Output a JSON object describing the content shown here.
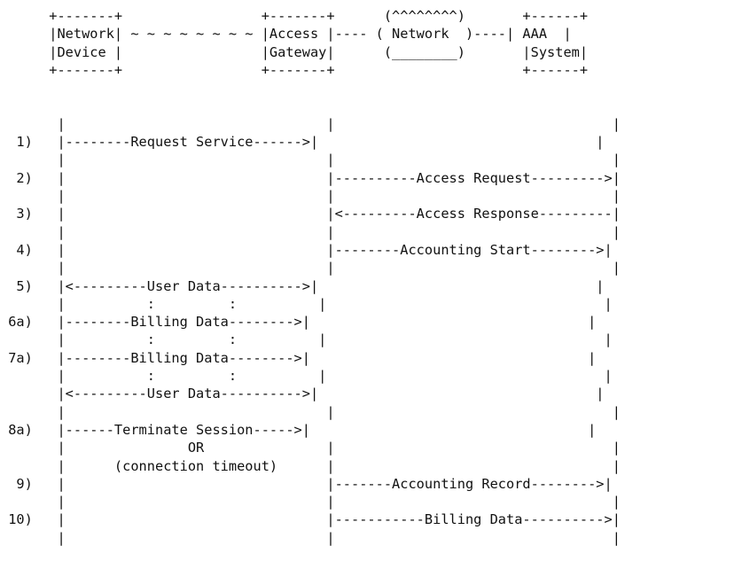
{
  "diagram": {
    "lines": [
      "      +-------+                 +-------+      (^^^^^^^^)       +------+",
      "      |Network| ~ ~ ~ ~ ~ ~ ~ ~ |Access |---- ( Network  )----| AAA  |",
      "      |Device |                 |Gateway|      (________)       |System|",
      "      +-------+                 +-------+                       +------+",
      "",
      "",
      "       |                                |                                  |",
      "  1)   |--------Request Service------>|                                  |",
      "       |                                |                                  |",
      "  2)   |                                |----------Access Request--------->|",
      "       |                                |                                  |",
      "  3)   |                                |<---------Access Response---------|",
      "       |                                |                                  |",
      "  4)   |                                |--------Accounting Start-------->|",
      "       |                                |                                  |",
      "  5)   |<---------User Data---------->|                                  |",
      "       |          :         :          |                                  |",
      " 6a)   |--------Billing Data-------->|                                  |",
      "       |          :         :          |                                  |",
      " 7a)   |--------Billing Data-------->|                                  |",
      "       |          :         :          |                                  |",
      "       |<---------User Data---------->|                                  |",
      "       |                                |                                  |",
      " 8a)   |------Terminate Session----->|                                  |",
      "       |               OR               |                                  |",
      "       |      (connection timeout)      |                                  |",
      "  9)   |                                |-------Accounting Record-------->|",
      "       |                                |                                  |",
      " 10)   |                                |-----------Billing Data---------->|",
      "       |                                |                                  |"
    ]
  }
}
